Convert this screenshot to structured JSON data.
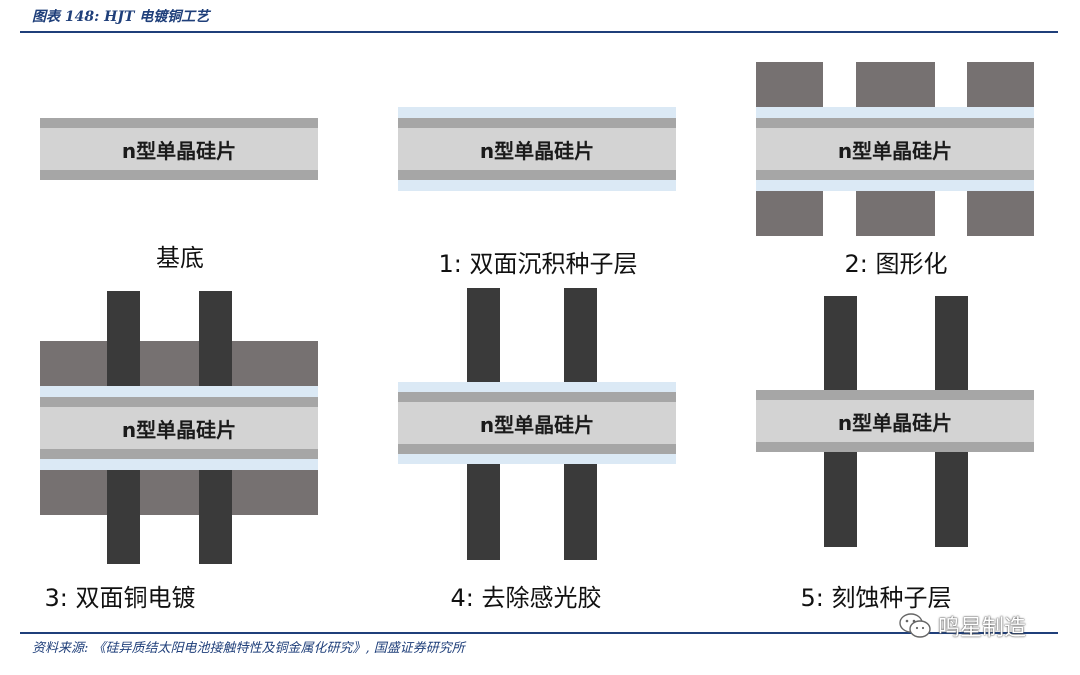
{
  "header": {
    "title": "图表 148:  HJT 电镀铜工艺"
  },
  "footer": {
    "source": "资料来源:  《硅异质结太阳电池接触特性及铜金属化研究》,  国盛证券研究所"
  },
  "watermark": {
    "text": "鸣星制造"
  },
  "wafer_label": "n型单晶硅片",
  "steps": [
    {
      "caption": "基底"
    },
    {
      "caption": "1:  双面沉积种子层"
    },
    {
      "caption": "2:  图形化"
    },
    {
      "caption": "3:  双面铜电镀"
    },
    {
      "caption": "4:  去除感光胶"
    },
    {
      "caption": "5:  刻蚀种子层"
    }
  ],
  "colors": {
    "seed_layer": "#dbe9f5",
    "tco_layer": "#a6a6a6",
    "wafer": "#d3d3d3",
    "photoresist": "#767171",
    "copper_electrode": "#3a3a3a",
    "accent": "#1f3f7a"
  }
}
